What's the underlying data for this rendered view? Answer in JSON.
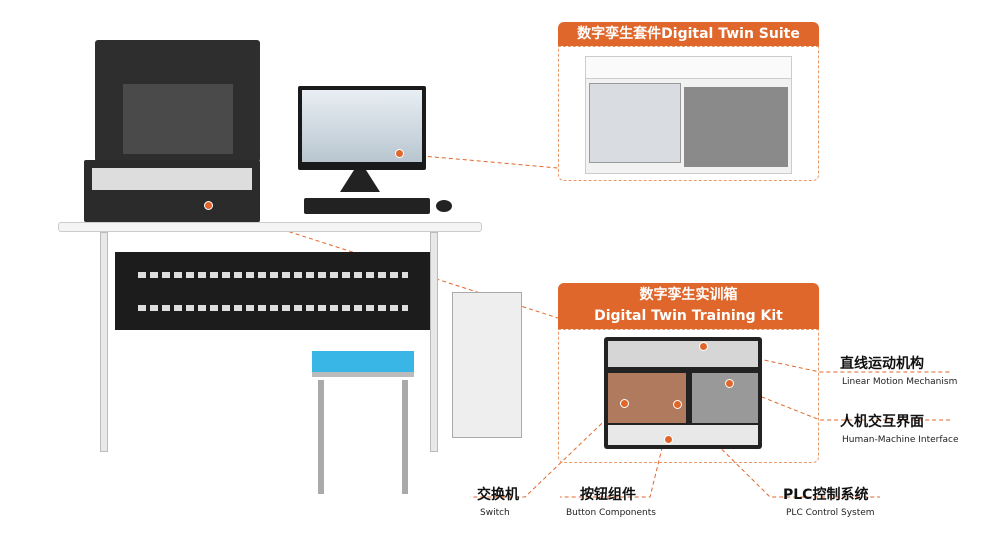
{
  "suite_panel": {
    "title": "数字孪生套件Digital Twin Suite"
  },
  "kit_panel": {
    "title_zh": "数字孪生实训箱",
    "title_en": "Digital Twin Training Kit"
  },
  "callouts": [
    {
      "zh": "直线运动机构",
      "en": "Linear Motion Mechanism"
    },
    {
      "zh": "人机交互界面",
      "en": "Human-Machine Interface"
    },
    {
      "zh": "交换机",
      "en": "Switch"
    },
    {
      "zh": "按钮组件",
      "en": "Button Components"
    },
    {
      "zh": "PLC控制系统",
      "en": "PLC Control System"
    }
  ],
  "colors": {
    "accent": "#e0672b",
    "dashed": "#e89a6a"
  }
}
